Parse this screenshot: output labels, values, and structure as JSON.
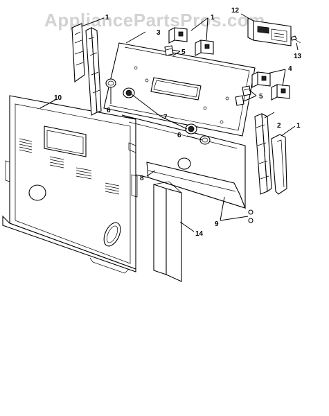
{
  "watermark": "AppliancePartsPros.com",
  "callouts": {
    "c1a": "1",
    "c1b": "1",
    "c2": "2",
    "c3": "3",
    "c4": "4",
    "c5a": "5",
    "c5b": "5",
    "c6a": "6",
    "c6b": "6",
    "c7": "7",
    "c8": "8",
    "c9": "9",
    "c10": "10",
    "c12": "12",
    "c13": "13",
    "c14": "14"
  }
}
